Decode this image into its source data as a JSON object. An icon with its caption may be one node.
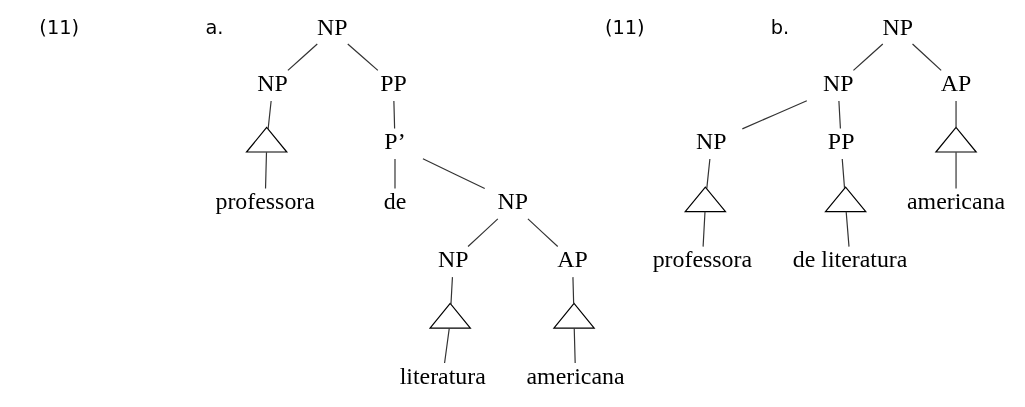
{
  "diagram": {
    "nodes": [
      {
        "text": [
          "NP"
        ]
      },
      {
        "text": [
          "NP"
        ]
      },
      {
        "text": [
          "PP"
        ]
      },
      {
        "text": [],
        "shape": "triangle"
      },
      {
        "text": [
          "professora"
        ]
      },
      {
        "text": [
          "P’"
        ]
      },
      {
        "text": [
          "de"
        ]
      },
      {
        "text": [
          "NP"
        ]
      },
      {
        "text": [
          "NP"
        ]
      },
      {
        "text": [
          "AP"
        ]
      },
      {
        "text": [],
        "shape": "triangle"
      },
      {
        "text": [
          "literatura"
        ]
      },
      {
        "text": [],
        "shape": "triangle"
      },
      {
        "text": [
          "americana"
        ]
      },
      {
        "text": [
          "NP"
        ]
      },
      {
        "text": [
          "NP"
        ]
      },
      {
        "text": [
          "AP"
        ]
      },
      {
        "text": [
          "NP"
        ]
      },
      {
        "text": [
          "PP"
        ]
      },
      {
        "text": [],
        "shape": "triangle"
      },
      {
        "text": [
          "americana"
        ]
      },
      {
        "text": [],
        "shape": "triangle"
      },
      {
        "text": [
          "professora"
        ]
      },
      {
        "text": [],
        "shape": "triangle"
      },
      {
        "text": [
          "de literatura"
        ]
      }
    ],
    "edges": [
      {
        "from": 0,
        "to": 1,
        "arrow": "none"
      },
      {
        "from": 0,
        "to": 2,
        "arrow": "none"
      },
      {
        "from": 1,
        "to": 3,
        "arrow": "none"
      },
      {
        "from": 3,
        "to": 4,
        "arrow": "none"
      },
      {
        "from": 2,
        "to": 5,
        "arrow": "none"
      },
      {
        "from": 5,
        "to": 6,
        "arrow": "none"
      },
      {
        "from": 5,
        "to": 7,
        "arrow": "none"
      },
      {
        "from": 7,
        "to": 8,
        "arrow": "none"
      },
      {
        "from": 7,
        "to": 9,
        "arrow": "none"
      },
      {
        "from": 8,
        "to": 10,
        "arrow": "none"
      },
      {
        "from": 10,
        "to": 11,
        "arrow": "none"
      },
      {
        "from": 9,
        "to": 12,
        "arrow": "none"
      },
      {
        "from": 12,
        "to": 13,
        "arrow": "none"
      },
      {
        "from": 14,
        "to": 15,
        "arrow": "none"
      },
      {
        "from": 14,
        "to": 16,
        "arrow": "none"
      },
      {
        "from": 15,
        "to": 17,
        "arrow": "none"
      },
      {
        "from": 15,
        "to": 18,
        "arrow": "none"
      },
      {
        "from": 16,
        "to": 19,
        "arrow": "none"
      },
      {
        "from": 19,
        "to": 20,
        "arrow": "none"
      },
      {
        "from": 17,
        "to": 21,
        "arrow": "none"
      },
      {
        "from": 21,
        "to": 22,
        "arrow": "none"
      },
      {
        "from": 18,
        "to": 23,
        "arrow": "none"
      },
      {
        "from": 23,
        "to": 24,
        "arrow": "none"
      }
    ],
    "labels": [
      "(11)",
      "a.",
      "(11)",
      "b."
    ]
  }
}
